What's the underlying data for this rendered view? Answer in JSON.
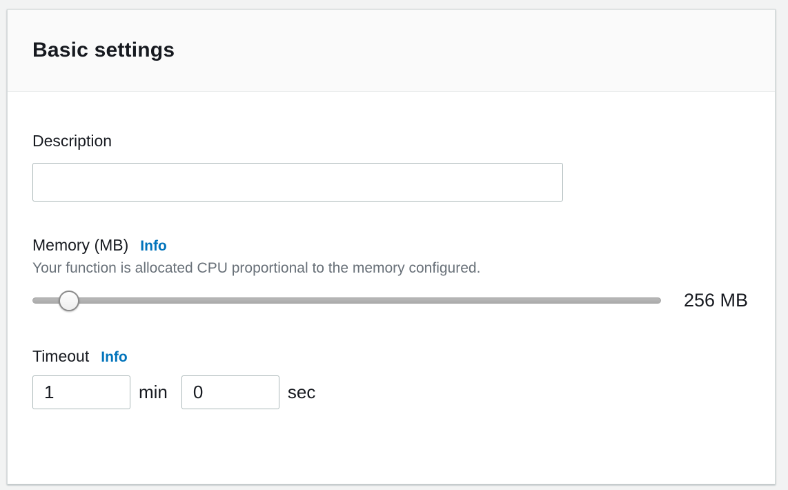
{
  "panel": {
    "title": "Basic settings"
  },
  "description": {
    "label": "Description",
    "value": "",
    "placeholder": ""
  },
  "memory": {
    "label": "Memory (MB)",
    "info_label": "Info",
    "helper": "Your function is allocated CPU proportional to the memory configured.",
    "display_value": "256 MB",
    "slider_percent": 5.8
  },
  "timeout": {
    "label": "Timeout",
    "info_label": "Info",
    "minutes_value": "1",
    "minutes_unit": "min",
    "seconds_value": "0",
    "seconds_unit": "sec"
  },
  "colors": {
    "link_blue": "#0073bb",
    "text_dark": "#16191f",
    "helper_gray": "#687078",
    "header_bg": "#fafafa",
    "page_bg": "#f2f3f3",
    "card_border": "#d5dbdb",
    "input_border": "#aab7b8",
    "slider_track": "#b0b0b0"
  }
}
